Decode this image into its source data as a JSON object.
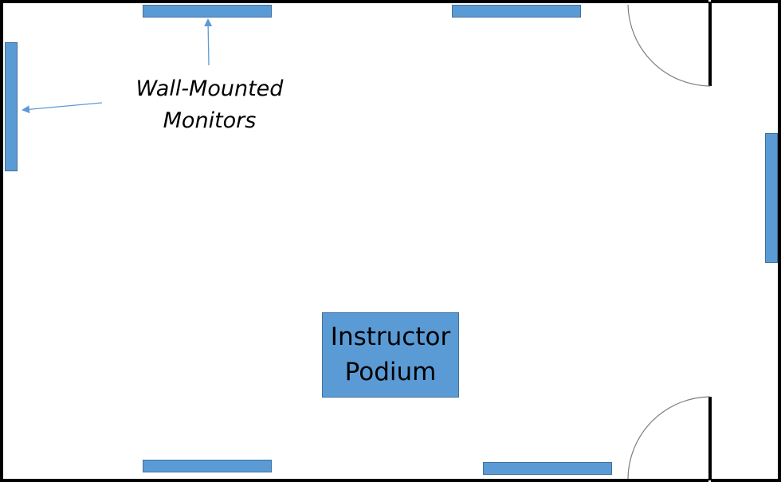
{
  "diagram": {
    "annotation": {
      "line1": "Wall-Mounted",
      "line2": "Monitors"
    },
    "podium": {
      "line1": "Instructor",
      "line2": "Podium"
    },
    "colors": {
      "monitor_fill": "#5b9bd5",
      "monitor_stroke": "#41719c",
      "wall": "#000000",
      "arrow": "#5b9bd5",
      "door_arc": "#7f7f7f"
    }
  }
}
